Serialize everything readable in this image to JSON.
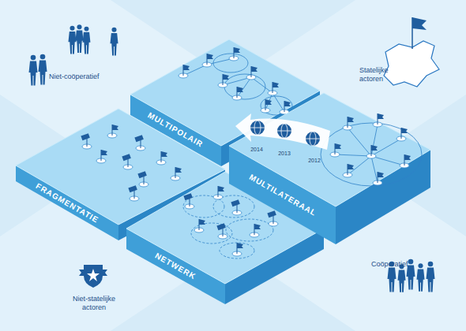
{
  "diagram": {
    "nodes": [
      {
        "text": [
          "MULTIPOLAIR"
        ]
      },
      {
        "text": [
          "MULTILATERAAL"
        ]
      },
      {
        "text": [
          "FRAGMENTATIE"
        ]
      },
      {
        "text": [
          "NETWERK"
        ]
      }
    ],
    "labels": [
      "Niet-coöperatief",
      "Statelijke actoren",
      "2014",
      "2013",
      "2012",
      "Coöperatief",
      "Niet-statelijke actoren"
    ]
  }
}
